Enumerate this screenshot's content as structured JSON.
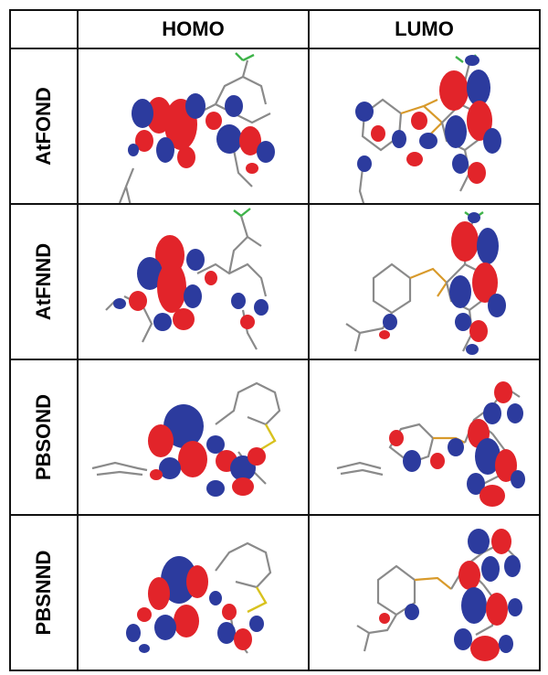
{
  "table": {
    "corner": "",
    "columns": [
      "HOMO",
      "LUMO"
    ],
    "rows": [
      {
        "label": "AtFOND"
      },
      {
        "label": "AtFNND"
      },
      {
        "label": "PBSOND"
      },
      {
        "label": "PBSNND"
      }
    ]
  },
  "colors": {
    "positive_lobe": "#e2242a",
    "negative_lobe": "#2c3b9e",
    "carbon_bond": "#8a8a8a",
    "border": "#111111"
  }
}
